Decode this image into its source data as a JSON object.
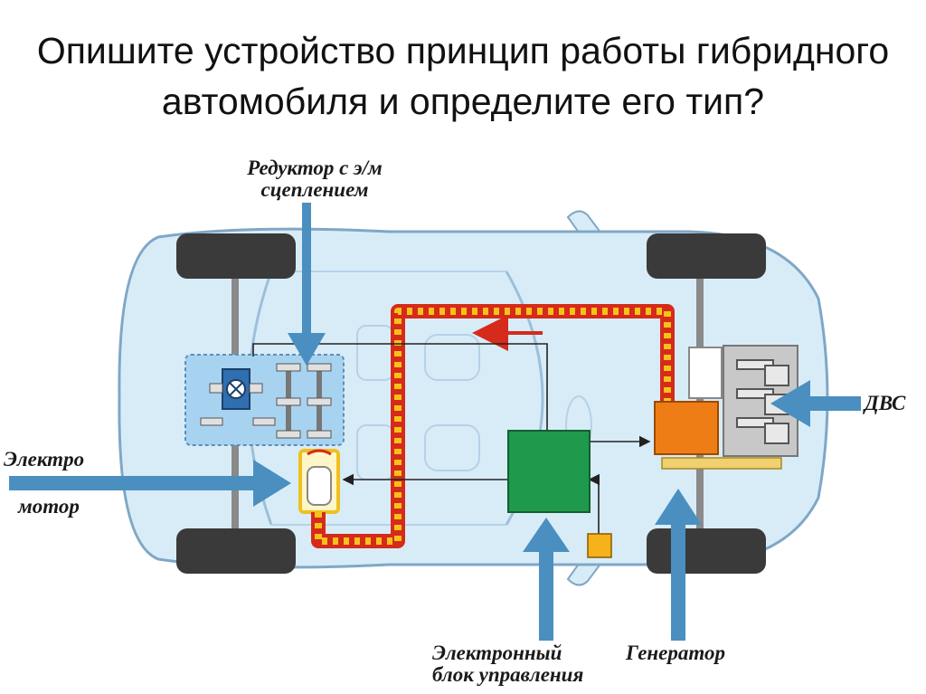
{
  "title": {
    "line1": "Опишите устройство принцип работы гибридного",
    "line2": "автомобиля и определите его тип?"
  },
  "labels": {
    "reducer_line1": "Редуктор с э/м",
    "reducer_line2": "сцеплением",
    "motor_line1": "Электро",
    "motor_line2": "мотор",
    "ice": "ДВС",
    "ecu_line1": "Электронный",
    "ecu_line2": "блок управления",
    "generator": "Генератор"
  },
  "colors": {
    "car_body": "#d8ecf8",
    "car_outline": "#7fa7c6",
    "arrow": "#4a8fc0",
    "hv_cable": "#d62a1a",
    "hv_cable_stripe": "#f6c21a",
    "ecu_box": "#1f9a4c",
    "generator_box": "#ef7d16",
    "engine_block": "#c8c8c8",
    "battery_frame": "#f0c020",
    "small_unit": "#f5b21a",
    "wheel": "#3a3a3a"
  }
}
